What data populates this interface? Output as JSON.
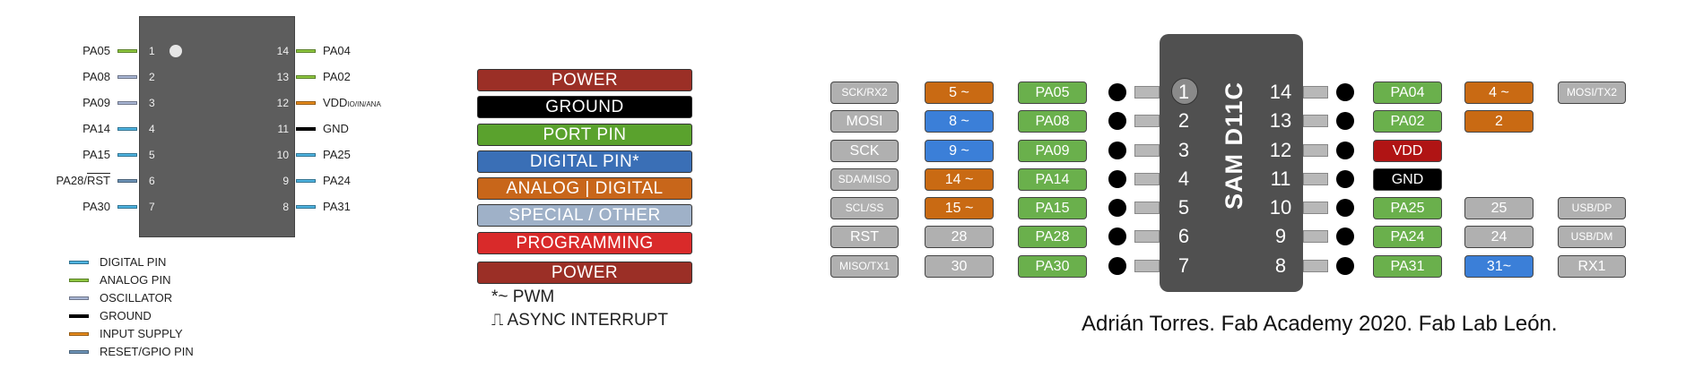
{
  "colors": {
    "digital": "#4eb3e0",
    "analog": "#8dc63f",
    "oscillator": "#a9b6d4",
    "ground": "#000000",
    "input_supply": "#e58a1c",
    "reset_gpio": "#6e94b8",
    "power": "#9b2f26",
    "port_pin": "#5aa22d",
    "digital_pin": "#3a6fb6",
    "analog_digital": "#c8661a",
    "special_other": "#9fb1c8",
    "programming": "#d92a2a",
    "box_grey": "#b0b0b0",
    "box_green": "#6ab04c",
    "box_orange": "#c96a13",
    "box_blue": "#3b7fd8",
    "box_red": "#b01414",
    "box_black": "#000000"
  },
  "datasheet": {
    "left_pins": [
      {
        "label": "PA05",
        "num": "1",
        "type": "analog"
      },
      {
        "label": "PA08",
        "num": "2",
        "type": "oscillator"
      },
      {
        "label": "PA09",
        "num": "3",
        "type": "oscillator"
      },
      {
        "label": "PA14",
        "num": "4",
        "type": "digital"
      },
      {
        "label": "PA15",
        "num": "5",
        "type": "digital"
      },
      {
        "label": "PA28/RST",
        "num": "6",
        "type": "reset_gpio"
      },
      {
        "label": "PA30",
        "num": "7",
        "type": "digital"
      }
    ],
    "right_pins": [
      {
        "label": "PA04",
        "num": "14",
        "type": "analog"
      },
      {
        "label": "PA02",
        "num": "13",
        "type": "analog"
      },
      {
        "label": "VDD",
        "sub": "IO/IN/ANA",
        "num": "12",
        "type": "input_supply"
      },
      {
        "label": "GND",
        "num": "11",
        "type": "ground"
      },
      {
        "label": "PA25",
        "num": "10",
        "type": "digital"
      },
      {
        "label": "PA24",
        "num": "9",
        "type": "digital"
      },
      {
        "label": "PA31",
        "num": "8",
        "type": "digital"
      }
    ],
    "legend": [
      {
        "label": "DIGITAL PIN",
        "type": "digital"
      },
      {
        "label": "ANALOG PIN",
        "type": "analog"
      },
      {
        "label": "OSCILLATOR",
        "type": "oscillator"
      },
      {
        "label": "GROUND",
        "type": "ground"
      },
      {
        "label": "INPUT SUPPLY",
        "type": "input_supply"
      },
      {
        "label": "RESET/GPIO PIN",
        "type": "reset_gpio"
      }
    ]
  },
  "key": {
    "bars": [
      {
        "label": "POWER",
        "type": "power",
        "text": "#ffffff"
      },
      {
        "label": "GROUND",
        "type": "ground",
        "text": "#ffffff"
      },
      {
        "label": "PORT PIN",
        "type": "port_pin",
        "text": "#ffffff"
      },
      {
        "label": "DIGITAL PIN*",
        "type": "digital_pin",
        "text": "#ffffff"
      },
      {
        "label": "ANALOG | DIGITAL",
        "type": "analog_digital",
        "text": "#ffffff"
      },
      {
        "label": "SPECIAL / OTHER",
        "type": "special_other",
        "text": "#ffffff"
      },
      {
        "label": "PROGRAMMING",
        "type": "programming",
        "text": "#ffffff"
      },
      {
        "label": "POWER",
        "type": "power",
        "text": "#ffffff"
      }
    ],
    "notes": [
      "*~  PWM",
      "⎍ ASYNC INTERRUPT"
    ]
  },
  "pinout": {
    "chip_name": "SAM D11C",
    "left_rows": [
      {
        "num": "1",
        "special": "SCK/RX2",
        "special_small": true,
        "func": "5 ~",
        "func_color": "box_orange",
        "port": "PA05"
      },
      {
        "num": "2",
        "special": "MOSI",
        "special_small": false,
        "func": "8 ~",
        "func_color": "box_blue",
        "port": "PA08"
      },
      {
        "num": "3",
        "special": "SCK",
        "special_small": false,
        "func": "9 ~",
        "func_color": "box_blue",
        "port": "PA09"
      },
      {
        "num": "4",
        "special": "SDA/MISO",
        "special_small": true,
        "func": "14 ~",
        "func_color": "box_orange",
        "port": "PA14"
      },
      {
        "num": "5",
        "special": "SCL/SS",
        "special_small": true,
        "func": "15 ~",
        "func_color": "box_orange",
        "port": "PA15"
      },
      {
        "num": "6",
        "special": "RST",
        "special_small": false,
        "func": "28",
        "func_color": "box_grey",
        "port": "PA28"
      },
      {
        "num": "7",
        "special": "MISO/TX1",
        "special_small": true,
        "func": "30",
        "func_color": "box_grey",
        "port": "PA30"
      }
    ],
    "right_rows": [
      {
        "num": "14",
        "port": "PA04",
        "port_color": "box_green",
        "func": "4 ~",
        "func_color": "box_orange",
        "special": "MOSI/TX2",
        "special_small": true
      },
      {
        "num": "13",
        "port": "PA02",
        "port_color": "box_green",
        "func": "2",
        "func_color": "box_orange",
        "special": "",
        "special_small": false
      },
      {
        "num": "12",
        "port": "VDD",
        "port_color": "box_red",
        "func": "",
        "func_color": "",
        "special": "",
        "special_small": false
      },
      {
        "num": "11",
        "port": "GND",
        "port_color": "box_black",
        "func": "",
        "func_color": "",
        "special": "",
        "special_small": false
      },
      {
        "num": "10",
        "port": "PA25",
        "port_color": "box_green",
        "func": "25",
        "func_color": "box_grey",
        "special": "USB/DP",
        "special_small": true
      },
      {
        "num": "9",
        "port": "PA24",
        "port_color": "box_green",
        "func": "24",
        "func_color": "box_grey",
        "special": "USB/DM",
        "special_small": true
      },
      {
        "num": "8",
        "port": "PA31",
        "port_color": "box_green",
        "func": "31~",
        "func_color": "box_blue",
        "special": "RX1",
        "special_small": false
      }
    ],
    "credit": "Adrián Torres. Fab Academy 2020. Fab Lab León."
  }
}
